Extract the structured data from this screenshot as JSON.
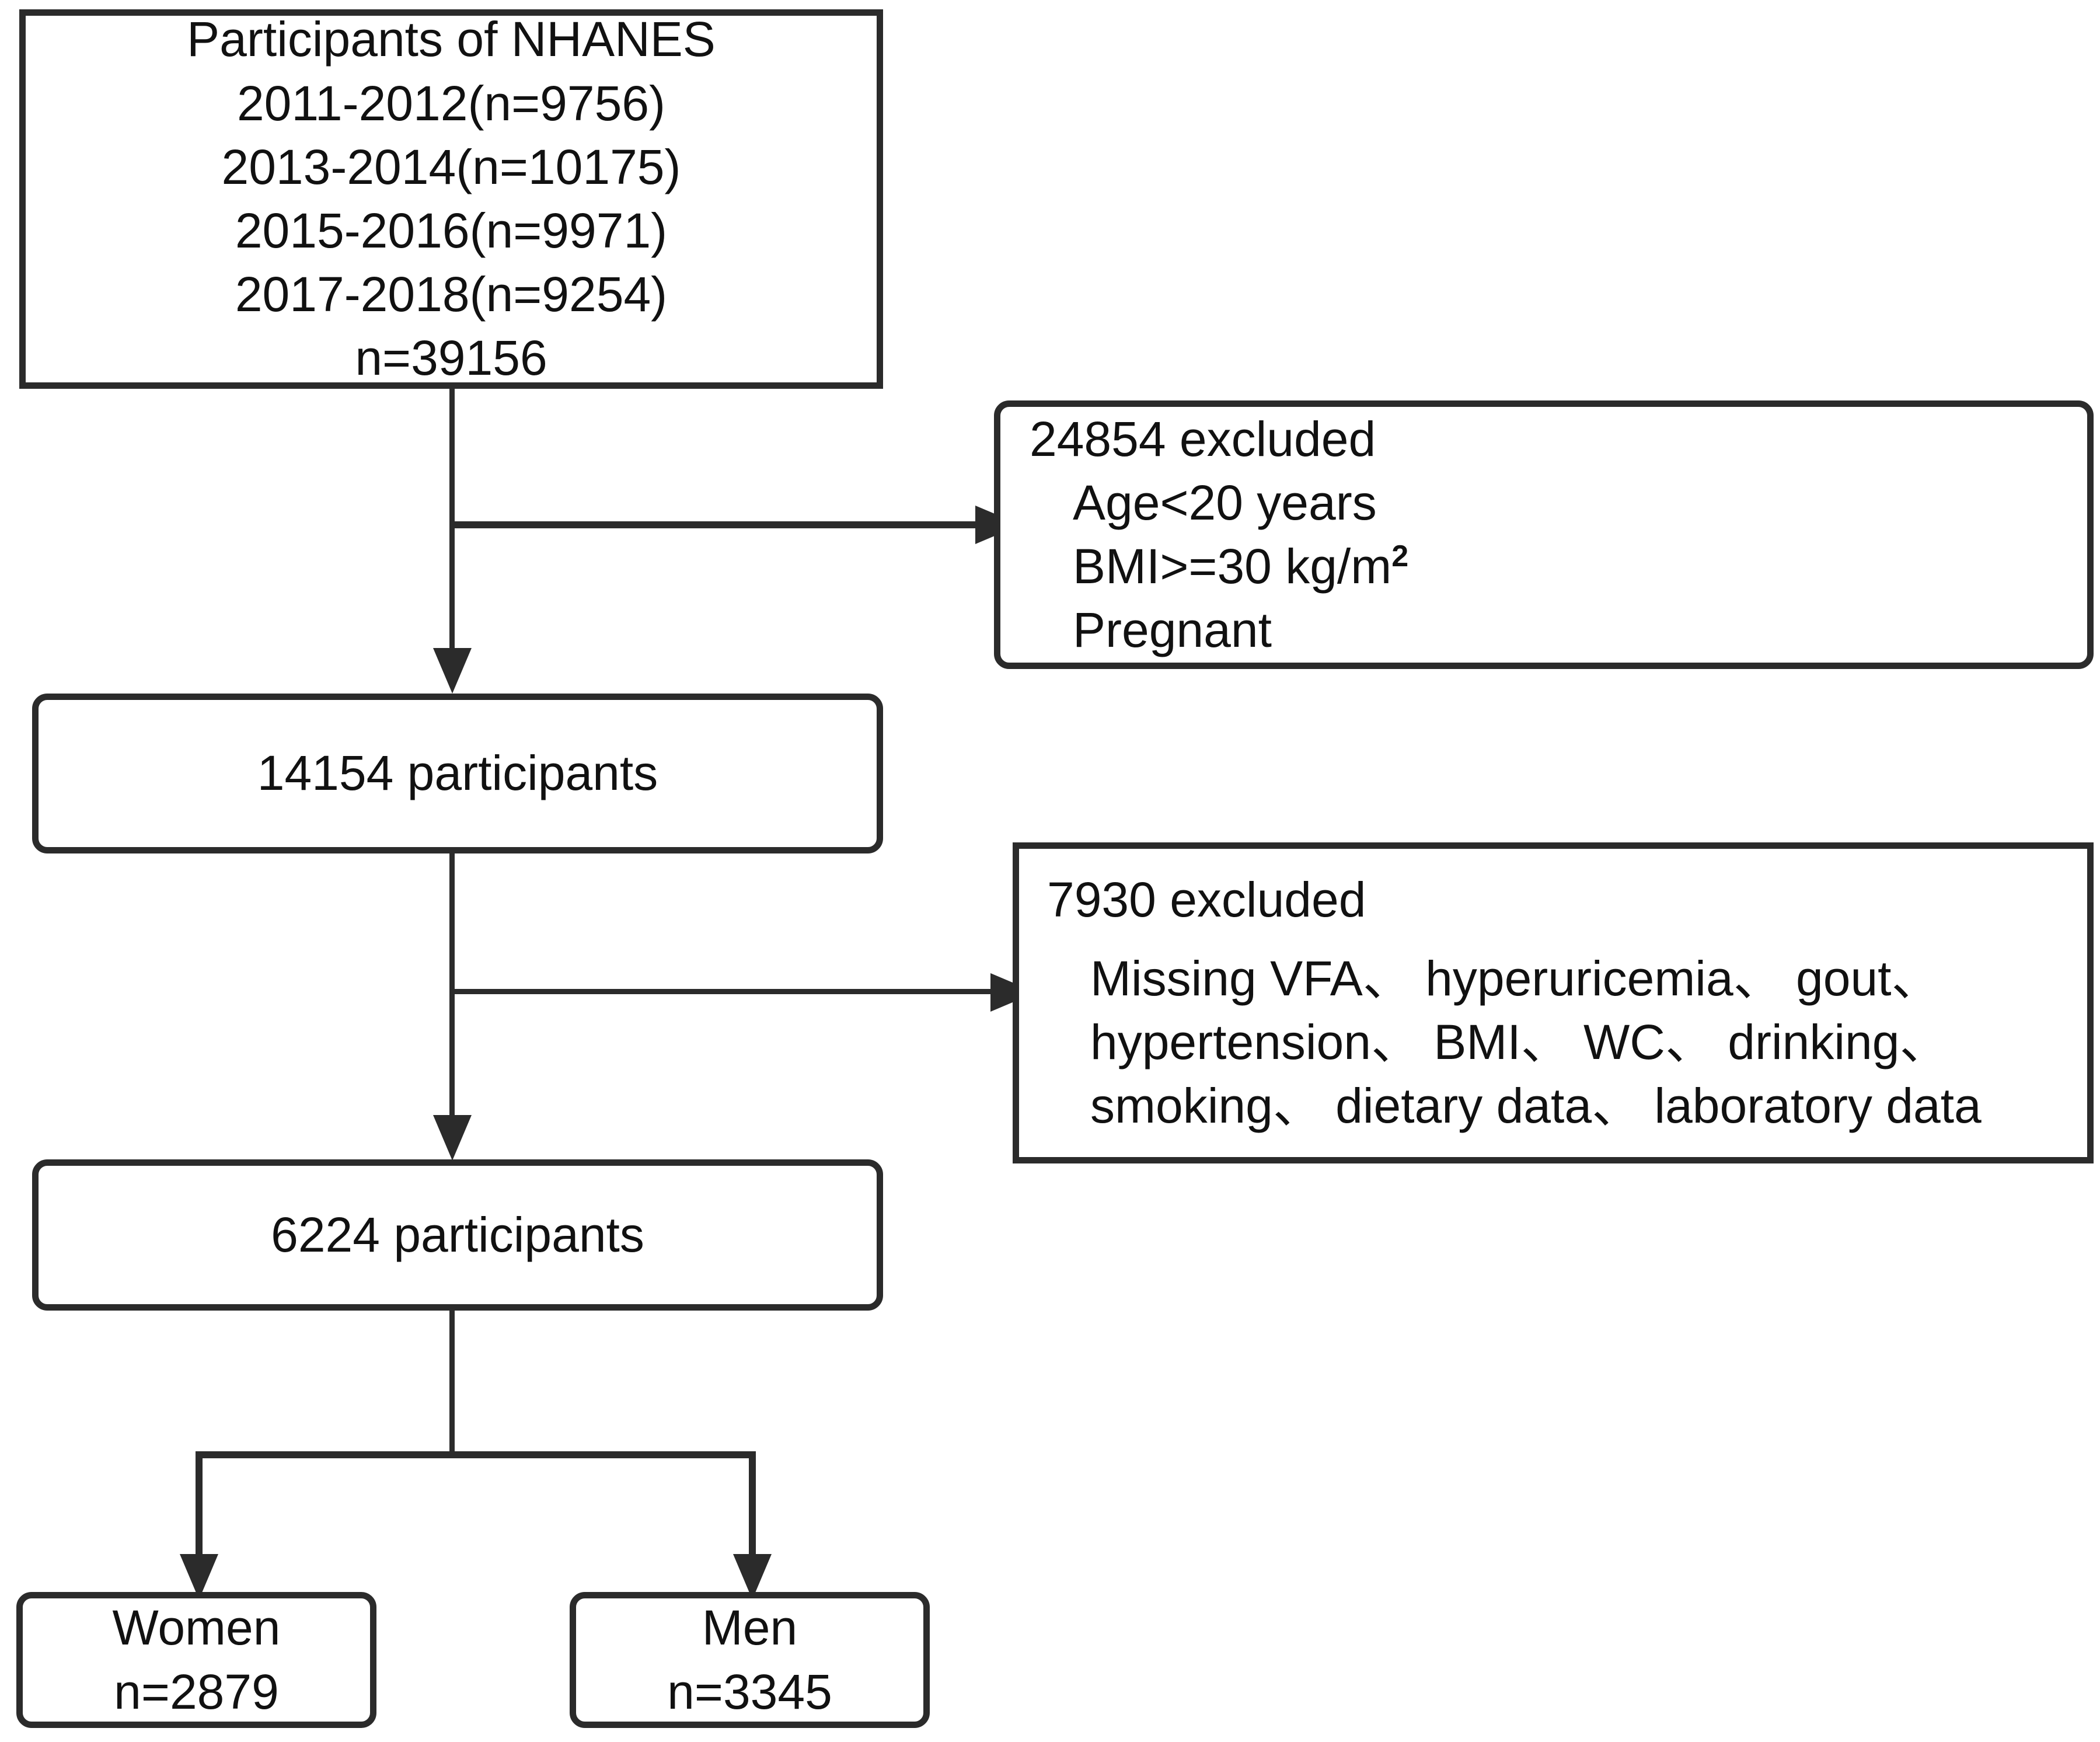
{
  "diagram": {
    "title": "NHANES participant selection flowchart",
    "colors": {
      "stroke": "#2b2b2b",
      "background": "#ffffff",
      "text": "#111111"
    },
    "nodes": {
      "source": {
        "id": "source-cohort",
        "lines": [
          "Participants of NHANES",
          "2011-2012(n=9756)",
          "2013-2014(n=10175)",
          "2015-2016(n=9971)",
          "2017-2018(n=9254)",
          "n=39156"
        ]
      },
      "exclusion1": {
        "id": "exclusion-1",
        "heading": "24854 excluded",
        "items": [
          "Age<20 years",
          "BMI>=30 kg/m",
          "Pregnant"
        ],
        "superscript": "2"
      },
      "stage1": {
        "id": "stage-1",
        "label": "14154 participants"
      },
      "exclusion2": {
        "id": "exclusion-2",
        "heading": "7930 excluded",
        "items": [
          "Missing VFA、 hyperuricemia、 gout、",
          "hypertension、 BMI、 WC、 drinking、",
          "smoking、 dietary data、 laboratory data"
        ]
      },
      "stage2": {
        "id": "stage-2",
        "label": "6224 participants"
      },
      "women": {
        "id": "group-women",
        "label": "Women",
        "count": "n=2879"
      },
      "men": {
        "id": "group-men",
        "label": "Men",
        "count": "n=3345"
      }
    }
  },
  "chart_data": {
    "type": "flowchart",
    "title": "Participants of NHANES — study flow diagram",
    "nodes": [
      {
        "id": "source-cohort",
        "text": "Participants of NHANES 2011-2012(n=9756) 2013-2014(n=10175) 2015-2016(n=9971) 2017-2018(n=9254) n=39156",
        "total": 39156,
        "cycles": [
          {
            "years": "2011-2012",
            "n": 9756
          },
          {
            "years": "2013-2014",
            "n": 10175
          },
          {
            "years": "2015-2016",
            "n": 9971
          },
          {
            "years": "2017-2018",
            "n": 9254
          }
        ]
      },
      {
        "id": "exclusion-1",
        "text": "24854 excluded: Age<20 years; BMI>=30 kg/m2; Pregnant",
        "n": 24854,
        "reasons": [
          "Age<20 years",
          "BMI>=30 kg/m2",
          "Pregnant"
        ]
      },
      {
        "id": "stage-1",
        "text": "14154 participants",
        "n": 14154
      },
      {
        "id": "exclusion-2",
        "text": "7930 excluded: Missing VFA, hyperuricemia, gout, hypertension, BMI, WC, drinking, smoking, dietary data, laboratory data",
        "n": 7930,
        "reasons": [
          "Missing VFA",
          "hyperuricemia",
          "gout",
          "hypertension",
          "BMI",
          "WC",
          "drinking",
          "smoking",
          "dietary data",
          "laboratory data"
        ]
      },
      {
        "id": "stage-2",
        "text": "6224 participants",
        "n": 6224
      },
      {
        "id": "group-women",
        "text": "Women n=2879",
        "n": 2879
      },
      {
        "id": "group-men",
        "text": "Men n=3345",
        "n": 3345
      }
    ],
    "edges": [
      {
        "from": "source-cohort",
        "to": "exclusion-1"
      },
      {
        "from": "source-cohort",
        "to": "stage-1"
      },
      {
        "from": "stage-1",
        "to": "exclusion-2"
      },
      {
        "from": "stage-1",
        "to": "stage-2"
      },
      {
        "from": "stage-2",
        "to": "group-women"
      },
      {
        "from": "stage-2",
        "to": "group-men"
      }
    ]
  }
}
